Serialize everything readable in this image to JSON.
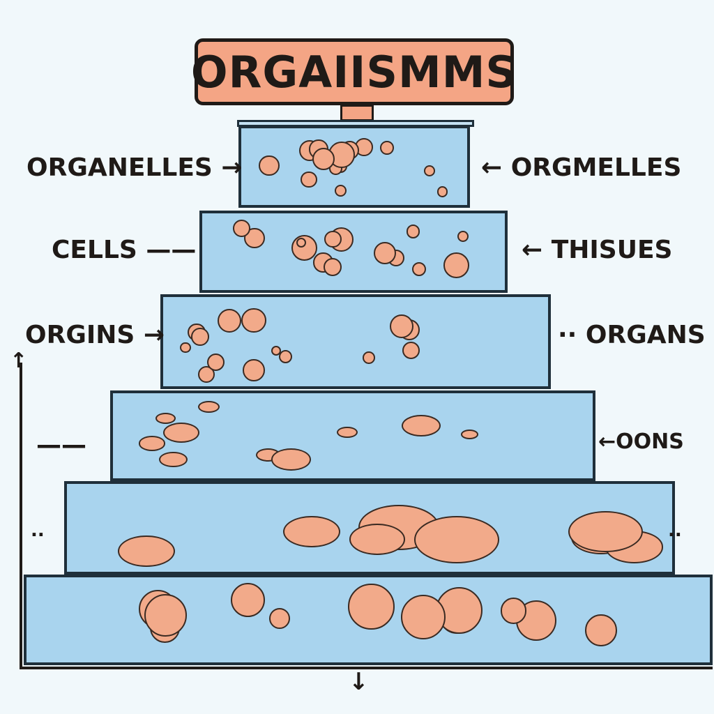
{
  "title": "ORGAIISMMS",
  "labels_left": [
    {
      "text": "ORGANELLES →"
    },
    {
      "text": "CELLS ——"
    },
    {
      "text": "ORGINS →"
    },
    {
      "text": "——"
    },
    {
      "text": ".."
    }
  ],
  "labels_right": [
    {
      "text": "← ORGMELLES"
    },
    {
      "text": "← THISUES"
    },
    {
      "text": "·· ORGANS"
    },
    {
      "text": "←OONS"
    },
    {
      "text": ".."
    }
  ],
  "colors": {
    "tier": "#a9d4ee",
    "sign": "#f4a585",
    "blob": "#f2aa8a",
    "ink": "#1f1a17"
  }
}
